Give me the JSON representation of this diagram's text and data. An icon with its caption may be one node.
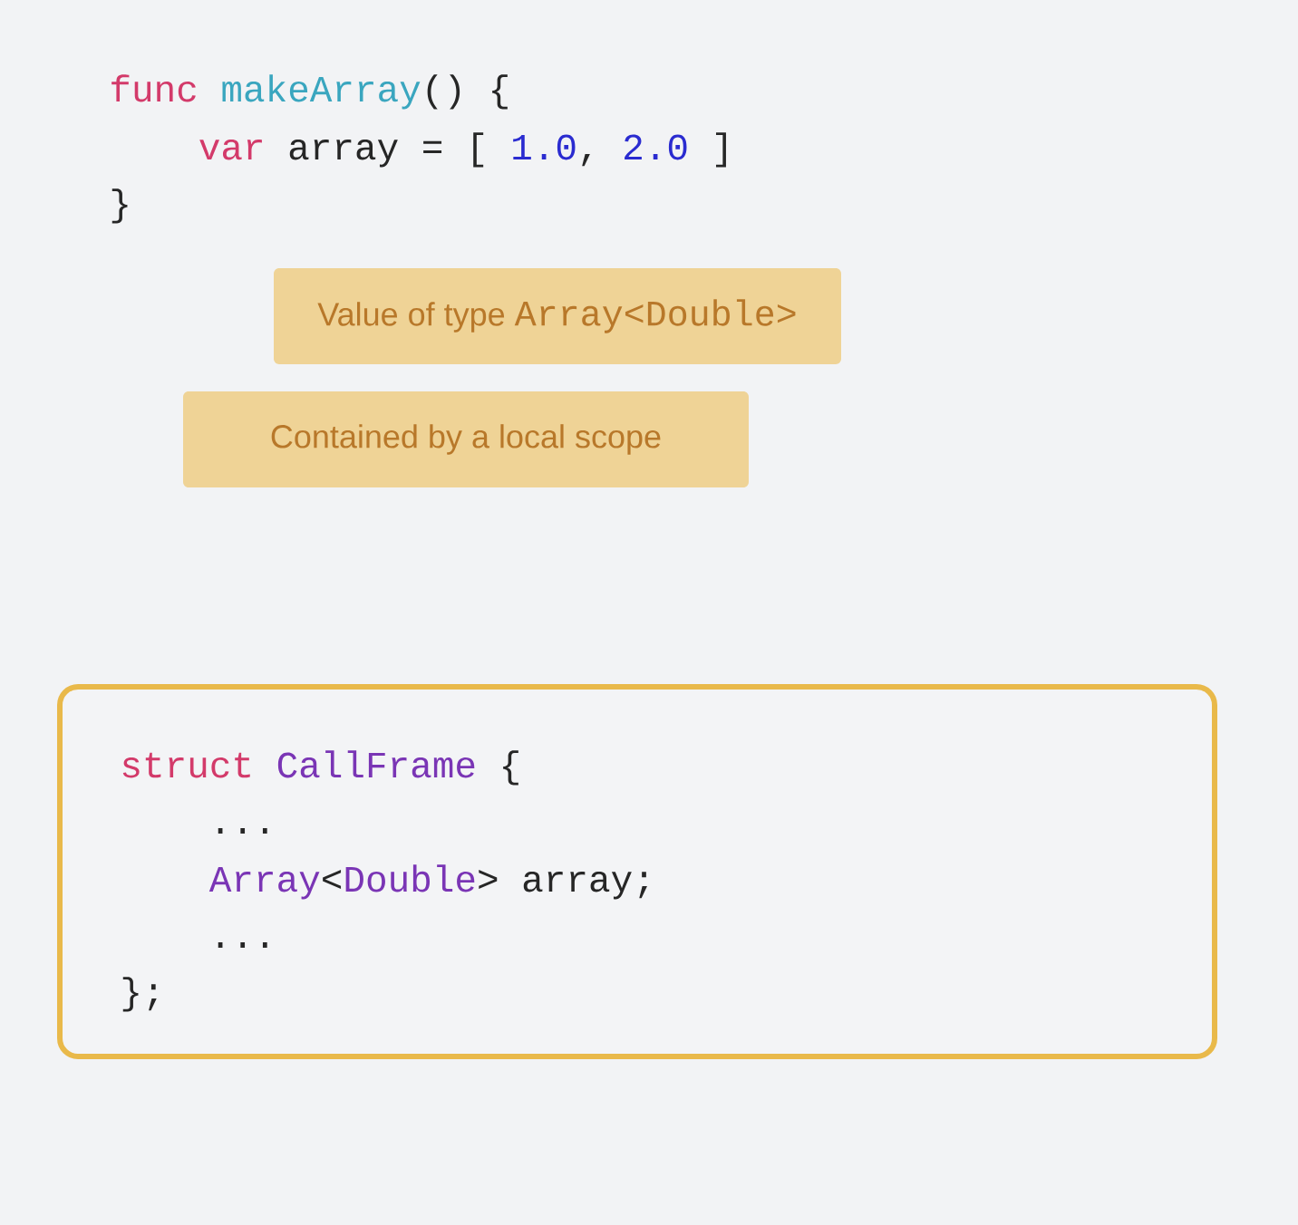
{
  "diagram": {
    "nodes": [
      {
        "text": [
          "Value of type",
          "Array<Double>"
        ]
      },
      {
        "text": [
          "Contained by a local scope"
        ]
      },
      {
        "text": [
          "struct",
          "CallFrame",
          "{",
          "...",
          "Array",
          "<",
          "Double",
          "> array;",
          "...",
          "};"
        ]
      }
    ],
    "labels": [
      "func",
      "makeArray",
      "() {",
      "var",
      "array = [",
      "1.0",
      ",",
      "2.0",
      "]",
      "}"
    ]
  }
}
